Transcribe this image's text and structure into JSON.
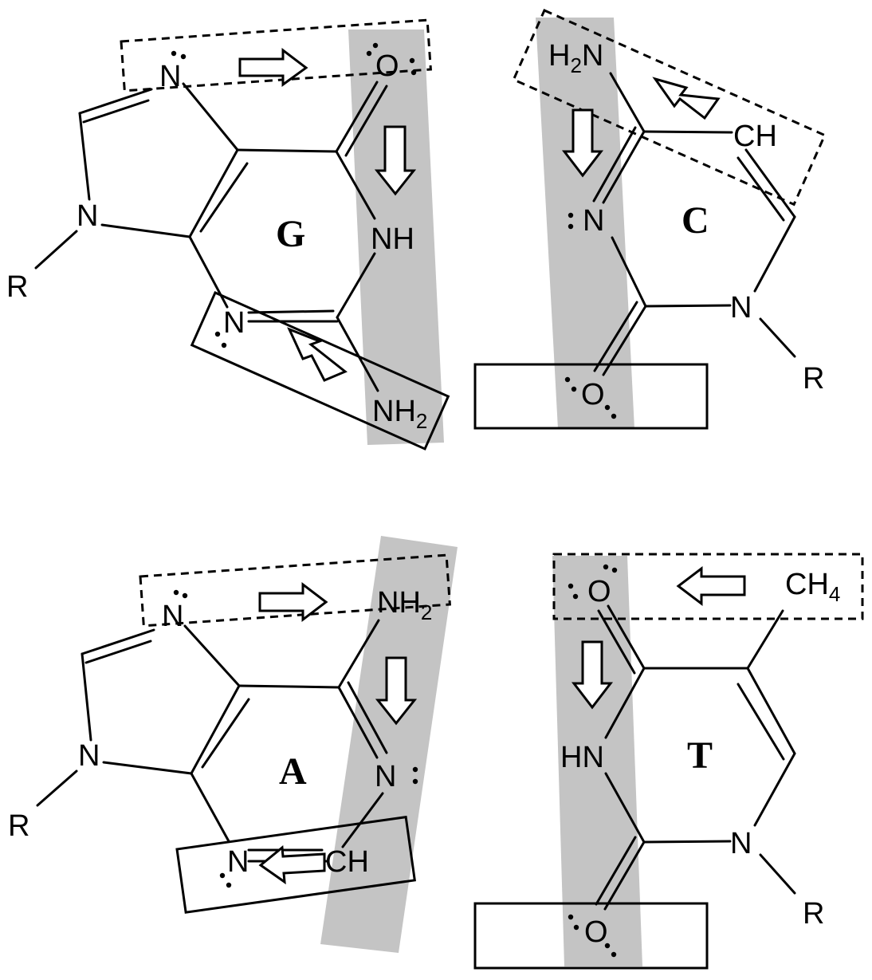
{
  "bases": {
    "g": {
      "letter": "G",
      "atoms": {
        "n_top": "N",
        "o": "O",
        "nh": "NH",
        "n_left": "N",
        "r": "R",
        "n_bottom": "N",
        "nh2": "NH",
        "nh2_sub": "2"
      }
    },
    "c": {
      "letter": "C",
      "atoms": {
        "h2n": "H",
        "h2n_sub": "2",
        "h2n_n": "N",
        "ch": "CH",
        "n_left": "N",
        "n_right": "N",
        "r": "R",
        "o": "O"
      }
    },
    "a": {
      "letter": "A",
      "atoms": {
        "n_top": "N",
        "nh2": "NH",
        "nh2_sub": "2",
        "n_left": "N",
        "r": "R",
        "n_right": "N",
        "n_bottom": "N",
        "ch": "CH"
      }
    },
    "t": {
      "letter": "T",
      "atoms": {
        "o_top": "O",
        "ch4": "CH",
        "ch4_sub": "4",
        "hn": "HN",
        "n_right": "N",
        "r": "R",
        "o_bottom": "O"
      }
    }
  },
  "colors": {
    "shade": "#c4c4c4",
    "ink": "#000000"
  }
}
